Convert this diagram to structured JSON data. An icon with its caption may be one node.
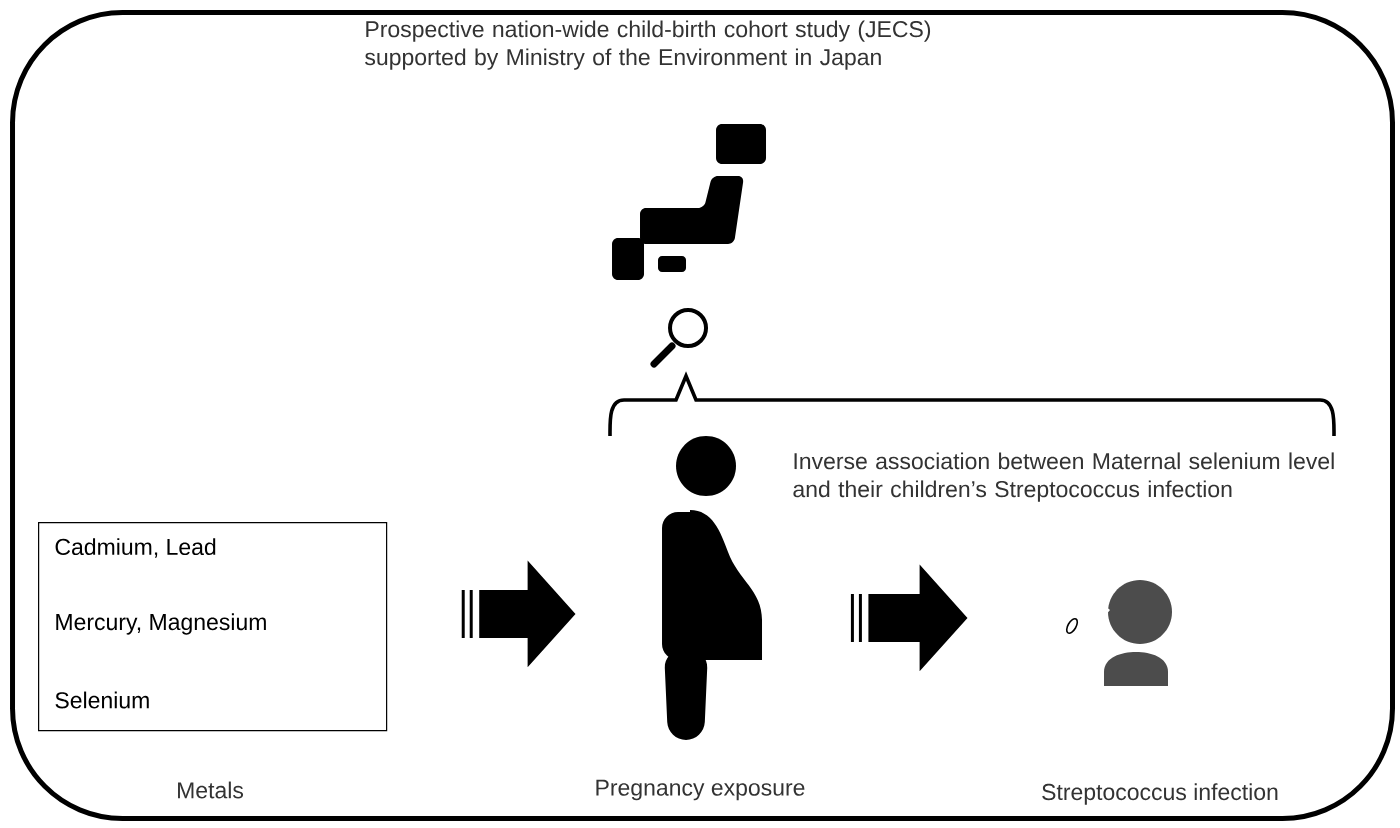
{
  "diagram": {
    "nodes": [
      {
        "text": [
          "Prospective nation-wide child-birth cohort study (JECS) supported by Ministry of the Environment in Japan"
        ]
      },
      {
        "text": [
          "Cadmium,  Lead",
          "Mercury, Magnesium",
          "Selenium"
        ],
        "beside": [
          "Metals"
        ],
        "in": 0
      },
      {
        "text": [],
        "shape": "person",
        "beside": [
          "Pregnancy exposure"
        ],
        "in": 0
      },
      {
        "text": [],
        "shape": "person",
        "in": 0
      }
    ],
    "edges": [
      {
        "from": 1,
        "to": 2,
        "arrow": "to"
      },
      {
        "from": 2,
        "to": 3,
        "arrow": "to"
      }
    ],
    "labels": [
      "Inverse association between Maternal selenium level and their children’s Streptococcus infection",
      "Streptococcus infection"
    ]
  }
}
